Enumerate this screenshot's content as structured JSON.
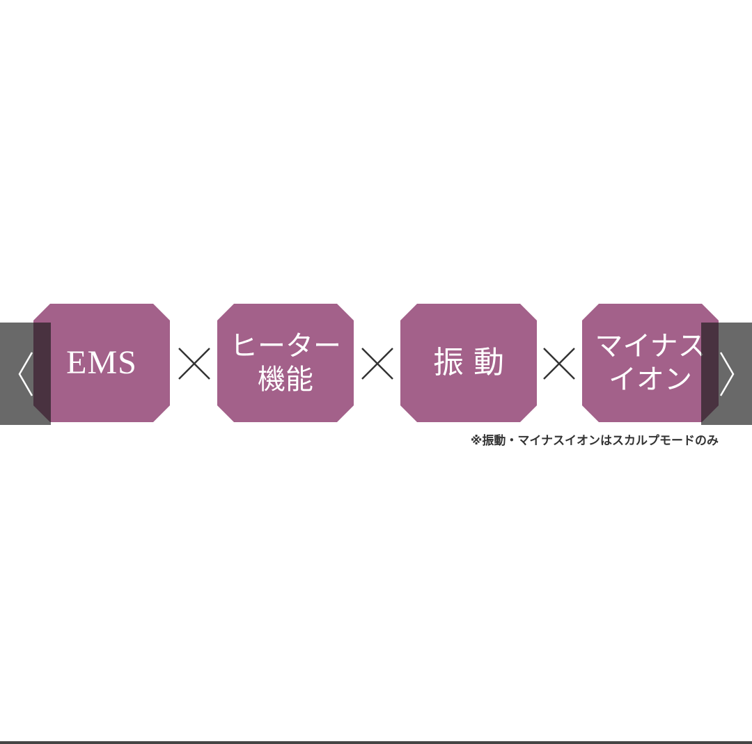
{
  "features": [
    {
      "label": "EMS"
    },
    {
      "label": "ヒーター\n機能"
    },
    {
      "label": "振 動"
    },
    {
      "label": "マイナス\nイオン"
    }
  ],
  "note": "※振動・マイナスイオンはスカルプモードのみ",
  "colors": {
    "feature_background": "#a3618a",
    "feature_text": "#ffffff",
    "operator": "#333333",
    "nav_overlay": "#191919"
  },
  "icons": {
    "prev": "chevron-left-icon",
    "next": "chevron-right-icon",
    "operator": "multiply-icon"
  }
}
